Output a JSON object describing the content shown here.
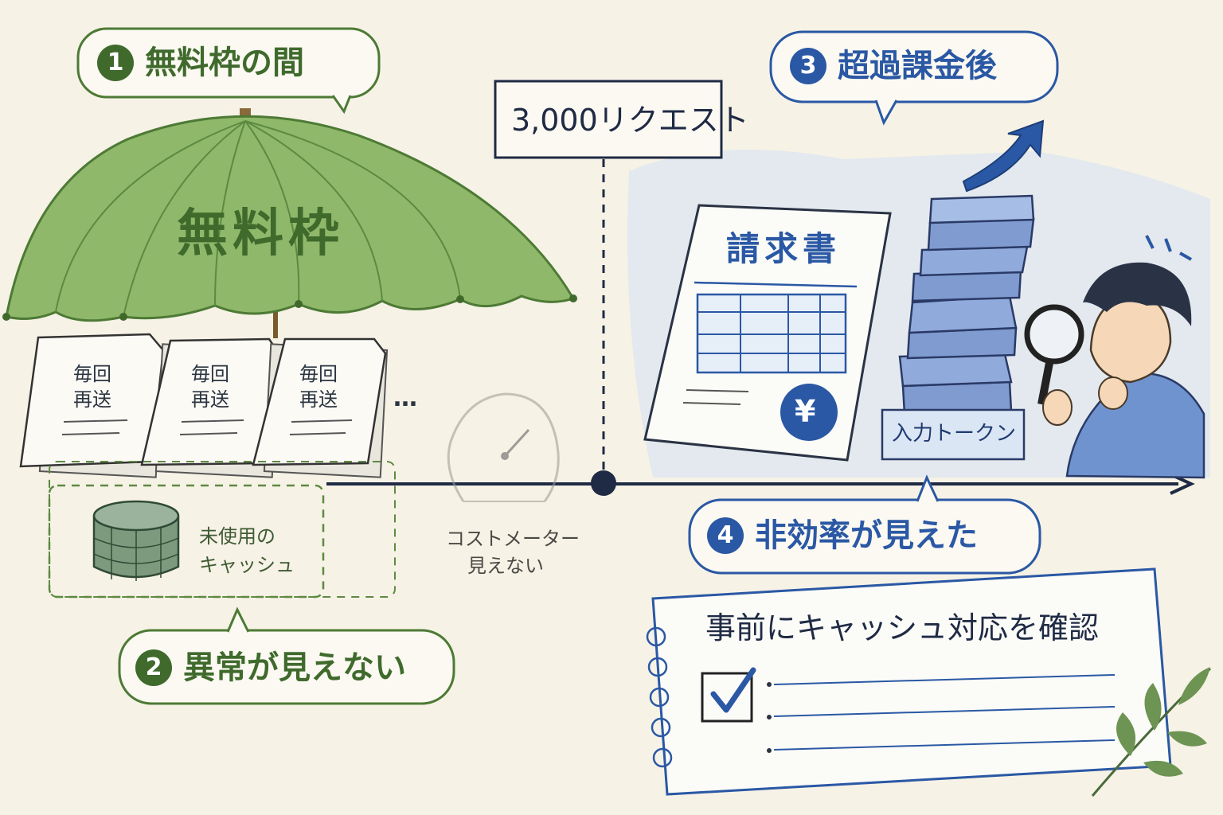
{
  "callouts": [
    {
      "number": "1",
      "label": "無料枠の間"
    },
    {
      "number": "2",
      "label": "異常が見えない"
    },
    {
      "number": "3",
      "label": "超過課金後"
    },
    {
      "number": "4",
      "label": "非効率が見えた"
    }
  ],
  "umbrella_label": "無料枠",
  "documents": [
    {
      "line1": "毎回",
      "line2": "再送"
    },
    {
      "line1": "毎回",
      "line2": "再送"
    },
    {
      "line1": "毎回",
      "line2": "再送"
    }
  ],
  "ellipsis": "…",
  "threshold_label": "3,000リクエスト",
  "cache_label": {
    "line1": "未使用の",
    "line2": "キャッシュ"
  },
  "meter_label": {
    "line1": "コストメーター",
    "line2": "見えない"
  },
  "invoice": {
    "title": "請求書",
    "currency_symbol": "¥"
  },
  "token_stack_label": "入力トークン",
  "checklist_title": "事前にキャッシュ対応を確認",
  "colors": {
    "green": "#3f6a2c",
    "umbrella": "#8fb86a",
    "blue": "#2a58a4",
    "navy": "#1f2a44",
    "paper": "#f6f2e6"
  },
  "icons": [
    "umbrella-icon",
    "document-icon",
    "database-icon",
    "gauge-icon",
    "invoice-icon",
    "yen-icon",
    "token-stack-icon",
    "trend-arrow-icon",
    "person-magnifier-icon",
    "checkbox-icon",
    "leaf-icon"
  ]
}
